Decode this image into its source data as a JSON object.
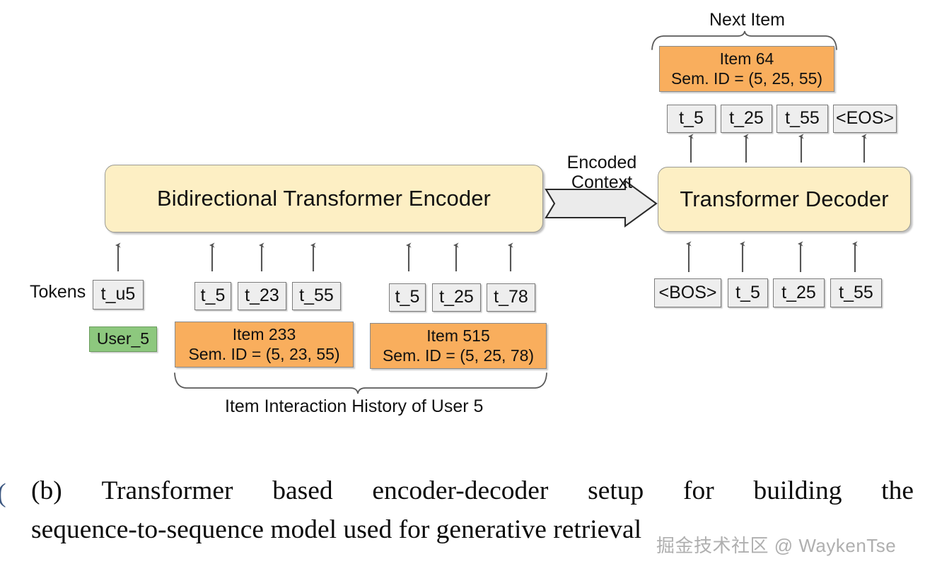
{
  "figure": {
    "caption_line1_words": [
      "(b)",
      "Transformer",
      "based",
      "encoder-decoder",
      "setup",
      "for",
      "building",
      "the"
    ],
    "caption_line2": "sequence-to-sequence model used for generative retrieval",
    "edge_glyph": "(",
    "watermark": "掘金技术社区 @ WaykenTse"
  },
  "colors": {
    "module_fill": "#fdefc4",
    "token_fill": "#eeeeee",
    "item_fill": "#f9ae5d",
    "user_fill": "#8dc87e",
    "arrow_stroke": "#555555",
    "brace_stroke": "#5a5a5a",
    "big_arrow_fill": "#ebebeb"
  },
  "encoder": {
    "module_label": "Bidirectional Transformer Encoder",
    "tokens_label": "Tokens",
    "user_token": "t_u5",
    "user_box": "User_5",
    "history_brace_label": "Item Interaction History of User 5",
    "item_tokens": [
      {
        "label": "t_5"
      },
      {
        "label": "t_23"
      },
      {
        "label": "t_55"
      },
      {
        "label": "t_5"
      },
      {
        "label": "t_25"
      },
      {
        "label": "t_78"
      }
    ],
    "items": [
      {
        "title": "Item 233",
        "semid": "Sem. ID = (5, 23, 55)"
      },
      {
        "title": "Item 515",
        "semid": "Sem. ID = (5, 25, 78)"
      }
    ]
  },
  "bridge": {
    "line1": "Encoded",
    "line2": "Context"
  },
  "decoder": {
    "module_label": "Transformer Decoder",
    "next_item_brace_label": "Next Item",
    "next_item": {
      "title": "Item 64",
      "semid": "Sem. ID = (5, 25, 55)"
    },
    "output_tokens": [
      {
        "label": "t_5"
      },
      {
        "label": "t_25"
      },
      {
        "label": "t_55"
      },
      {
        "label": "<EOS>"
      }
    ],
    "input_tokens": [
      {
        "label": "<BOS>"
      },
      {
        "label": "t_5"
      },
      {
        "label": "t_25"
      },
      {
        "label": "t_55"
      }
    ]
  }
}
